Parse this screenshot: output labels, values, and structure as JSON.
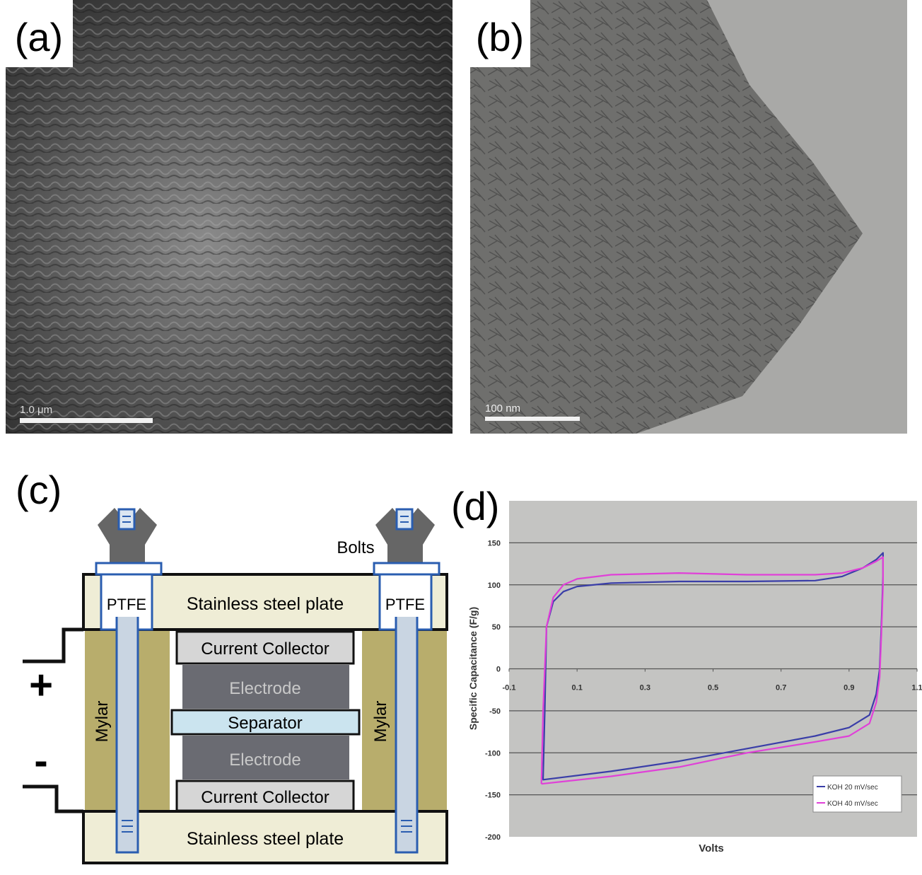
{
  "panels": {
    "a": {
      "label": "(a)",
      "scale_bar": "1.0 μm"
    },
    "b": {
      "label": "(b)",
      "scale_bar": "100 nm"
    },
    "c": {
      "label": "(c)",
      "bolts": "Bolts",
      "ptfe": "PTFE",
      "steel_plate": "Stainless steel plate",
      "current_collector": "Current Collector",
      "electrode": "Electrode",
      "separator": "Separator",
      "mylar": "Mylar",
      "plus": "+",
      "minus": "-"
    },
    "d": {
      "label": "(d)"
    }
  },
  "colors": {
    "plot_bg": "#c4c4c2",
    "series1": "#3a3ea8",
    "series2": "#e040d8",
    "mylar": "#b8ad6c",
    "plate": "#efedd6",
    "electrode": "#6a6b72",
    "separator": "#cbe4ef",
    "bolt_blue": "#2a5db0"
  },
  "chart_data": {
    "type": "line",
    "title": "",
    "xlabel": "Volts",
    "ylabel": "Specific Capacitance (F/g)",
    "xlim": [
      -0.1,
      1.1
    ],
    "ylim": [
      -200,
      200
    ],
    "xticks": [
      "-0.1",
      "0.1",
      "0.3",
      "0.5",
      "0.7",
      "0.9",
      "1.1"
    ],
    "yticks": [
      "150",
      "100",
      "50",
      "0",
      "-50",
      "-100",
      "-150",
      "-200"
    ],
    "grid": true,
    "legend": "bottom-right",
    "series": [
      {
        "name": "KOH 20 mV/sec",
        "color": "#3a3ea8",
        "x": [
          0.0,
          0.005,
          0.01,
          0.03,
          0.06,
          0.1,
          0.2,
          0.4,
          0.6,
          0.8,
          0.88,
          0.94,
          0.98,
          1.0,
          1.0,
          0.995,
          0.99,
          0.98,
          0.96,
          0.9,
          0.8,
          0.6,
          0.4,
          0.2,
          0.0
        ],
        "y": [
          -130,
          -50,
          50,
          80,
          92,
          98,
          102,
          104,
          104,
          105,
          110,
          120,
          130,
          138,
          110,
          50,
          0,
          -30,
          -55,
          -70,
          -80,
          -95,
          -110,
          -122,
          -132
        ]
      },
      {
        "name": "KOH 40 mV/sec",
        "color": "#e040d8",
        "x": [
          -0.005,
          0.0,
          0.01,
          0.03,
          0.06,
          0.1,
          0.2,
          0.4,
          0.6,
          0.8,
          0.88,
          0.94,
          0.98,
          1.0,
          1.0,
          0.995,
          0.99,
          0.98,
          0.96,
          0.9,
          0.8,
          0.6,
          0.4,
          0.2,
          -0.005
        ],
        "y": [
          -137,
          -50,
          50,
          85,
          100,
          107,
          112,
          114,
          112,
          112,
          114,
          120,
          128,
          133,
          100,
          40,
          -10,
          -40,
          -65,
          -80,
          -87,
          -100,
          -117,
          -128,
          -137
        ]
      }
    ]
  }
}
